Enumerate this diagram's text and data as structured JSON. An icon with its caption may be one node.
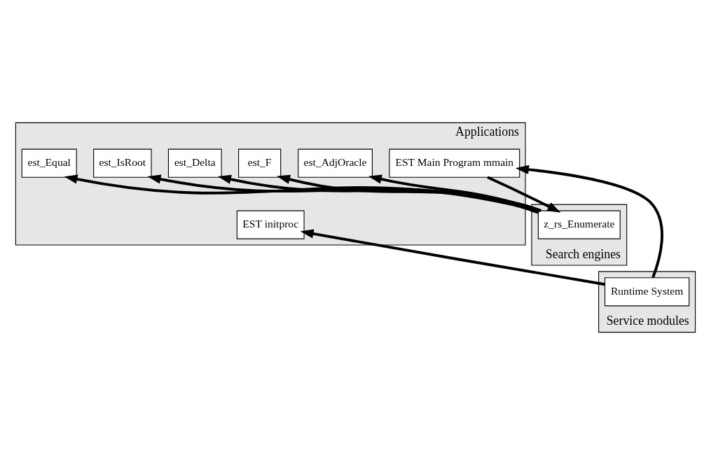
{
  "diagram": {
    "nodes": [
      {
        "text": [
          "Applications"
        ]
      },
      {
        "text": [
          "EST initproc"
        ],
        "in": 0
      },
      {
        "text": [
          "EST Main Program mmain"
        ],
        "in": 0
      },
      {
        "text": [
          "est_AdjOracle"
        ],
        "in": 0
      },
      {
        "text": [
          "est_F"
        ],
        "in": 0
      },
      {
        "text": [
          "est_Delta"
        ],
        "in": 0
      },
      {
        "text": [
          "est_IsRoot"
        ],
        "in": 0
      },
      {
        "text": [
          "est_Equal"
        ],
        "in": 0
      },
      {
        "text": [
          "Search engines"
        ]
      },
      {
        "text": [
          "z_rs_Enumerate"
        ],
        "in": 8
      },
      {
        "text": [
          "Service modules"
        ]
      },
      {
        "text": [
          "Runtime System"
        ],
        "in": 10
      }
    ],
    "edges": [
      {
        "from": 11,
        "to": 1,
        "arrow": "to"
      },
      {
        "from": 11,
        "to": 2,
        "arrow": "to"
      },
      {
        "from": 2,
        "to": 9,
        "arrow": "to"
      },
      {
        "from": 9,
        "to": 3,
        "arrow": "to"
      },
      {
        "from": 9,
        "to": 4,
        "arrow": "to"
      },
      {
        "from": 9,
        "to": 5,
        "arrow": "to"
      },
      {
        "from": 9,
        "to": 6,
        "arrow": "to"
      },
      {
        "from": 9,
        "to": 7,
        "arrow": "to"
      }
    ]
  }
}
